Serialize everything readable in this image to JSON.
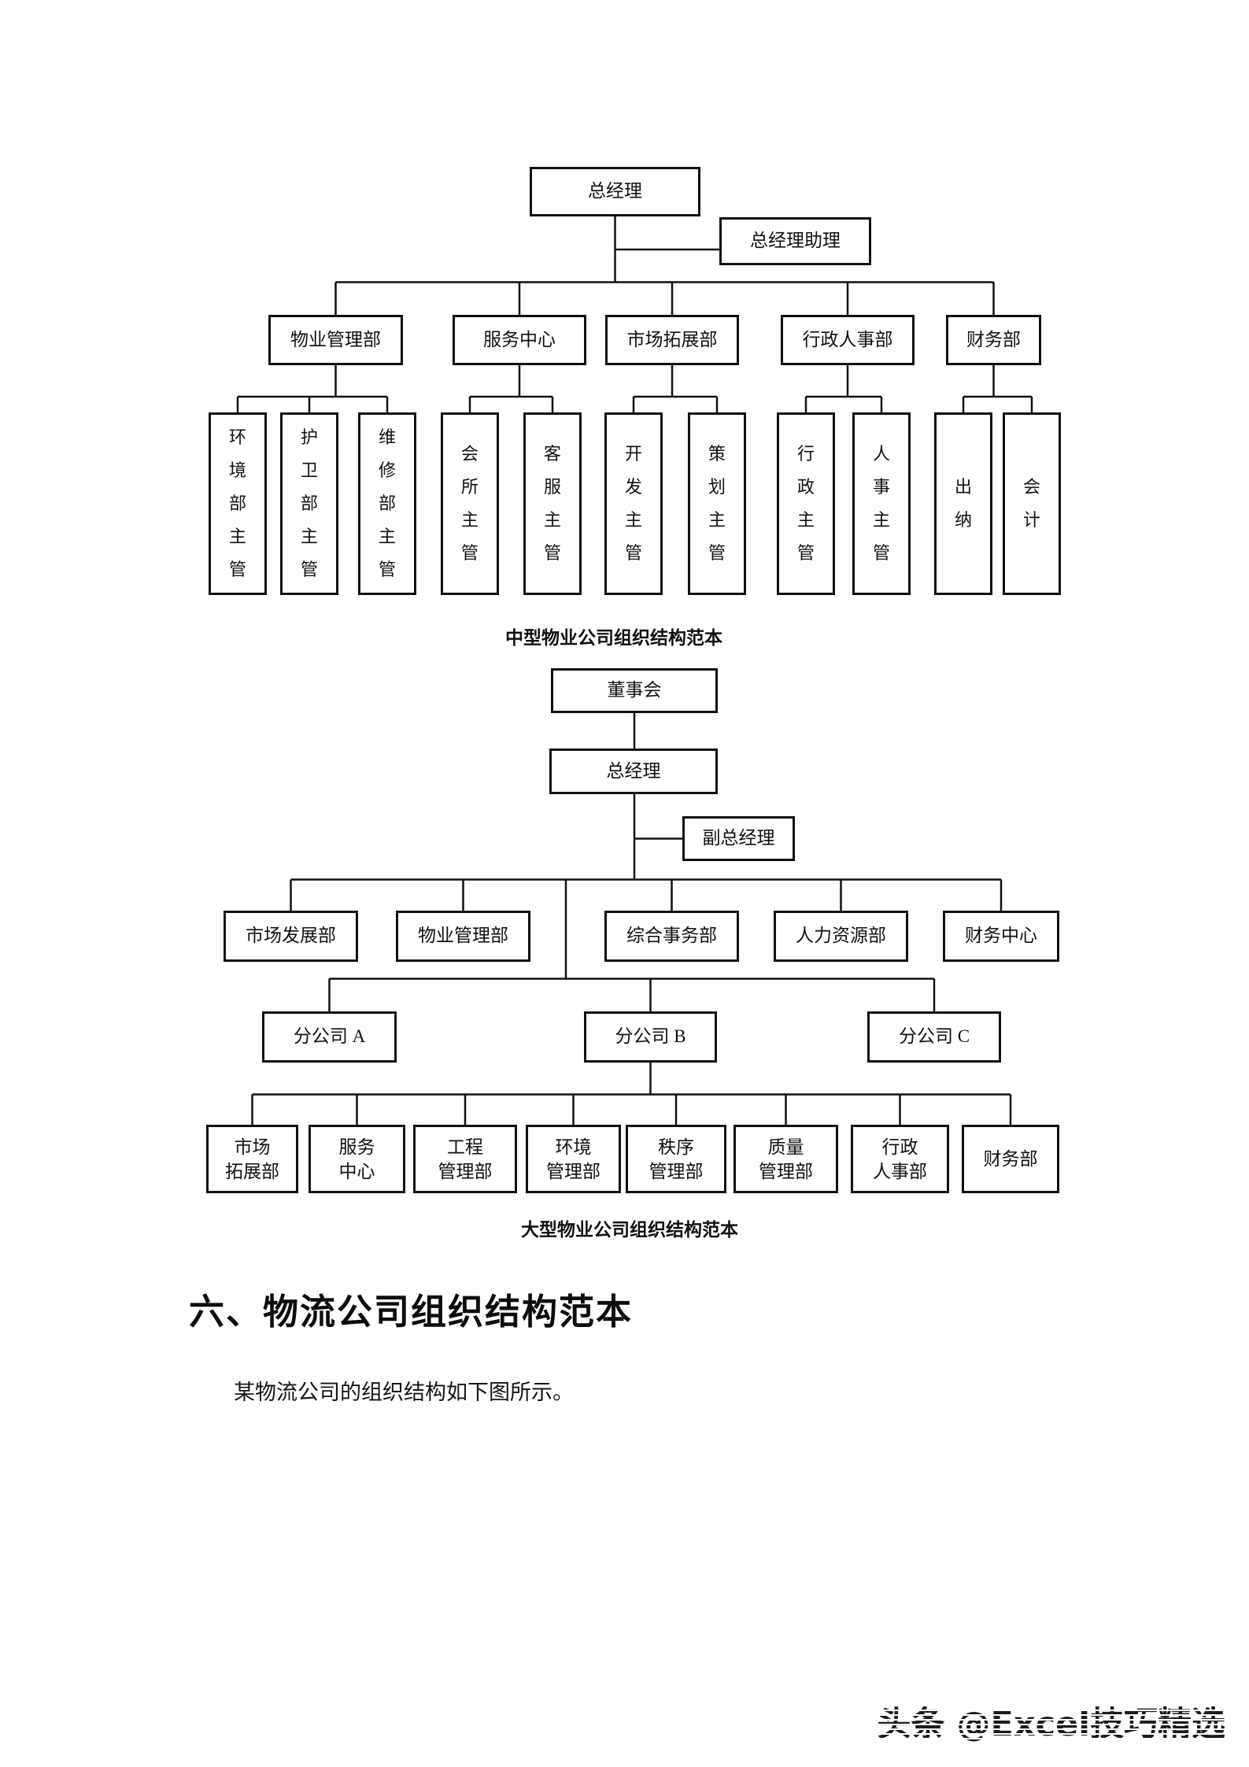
{
  "page": {
    "background": "#ffffff",
    "ink_color": "#111111",
    "heading": "六、物流公司组织结构范本",
    "intro_text": "某物流公司的组织结构如下图所示。",
    "watermark": "头条 @Excel技巧精选"
  },
  "chart_medium": {
    "caption": "中型物业公司组织结构范本",
    "general_manager": "总经理",
    "gm_assistant": "总经理助理",
    "departments": [
      "物业管理部",
      "服务中心",
      "市场拓展部",
      "行政人事部",
      "财务部"
    ],
    "supervisors": [
      "环境部主管",
      "护卫部主管",
      "维修部主管",
      "会所主管",
      "客服主管",
      "开发主管",
      "策划主管",
      "行政主管",
      "人事主管",
      "出纳",
      "会计"
    ]
  },
  "chart_large": {
    "caption": "大型物业公司组织结构范本",
    "board": "董事会",
    "general_manager": "总经理",
    "deputy_gm": "副总经理",
    "departments": [
      "市场发展部",
      "物业管理部",
      "综合事务部",
      "人力资源部",
      "财务中心"
    ],
    "branches": [
      "分公司 A",
      "分公司 B",
      "分公司 C"
    ],
    "branch_departments": [
      "市场\n拓展部",
      "服务\n中心",
      "工程\n管理部",
      "环境\n管理部",
      "秩序\n管理部",
      "质量\n管理部",
      "行政\n人事部",
      "财务部"
    ]
  }
}
